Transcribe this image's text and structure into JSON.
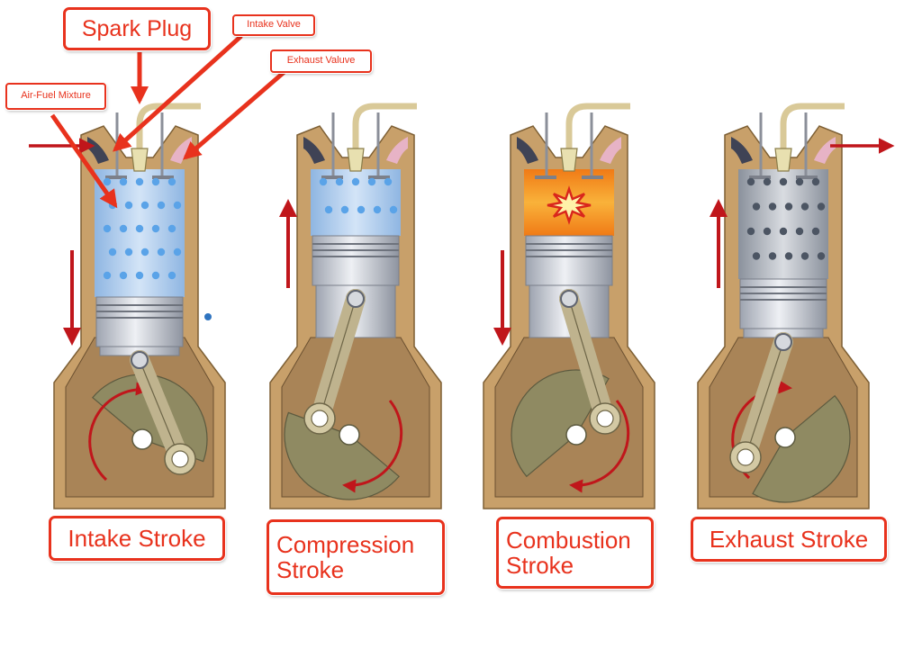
{
  "colors": {
    "accent": "#e8321d",
    "housing": "#c8a06a",
    "crankcase": "#a98457",
    "piston": "#c9cdd6",
    "intake_gas": "#a9c9ee",
    "exhaust_gas": "#9aa2ad",
    "combustion": "#f58a1f",
    "rod": "#bfb38e",
    "crank": "#8f8a62"
  },
  "callouts": {
    "spark_plug": "Spark Plug",
    "intake_valve": "Intake Valve",
    "exhaust_valve": "Exhaust Valuve",
    "air_fuel": "Air-Fuel Mixture"
  },
  "strokes": [
    {
      "label": "Intake Stroke"
    },
    {
      "label": "Compression Stroke"
    },
    {
      "label": "Combustion Stroke"
    },
    {
      "label": "Exhaust Stroke"
    }
  ]
}
